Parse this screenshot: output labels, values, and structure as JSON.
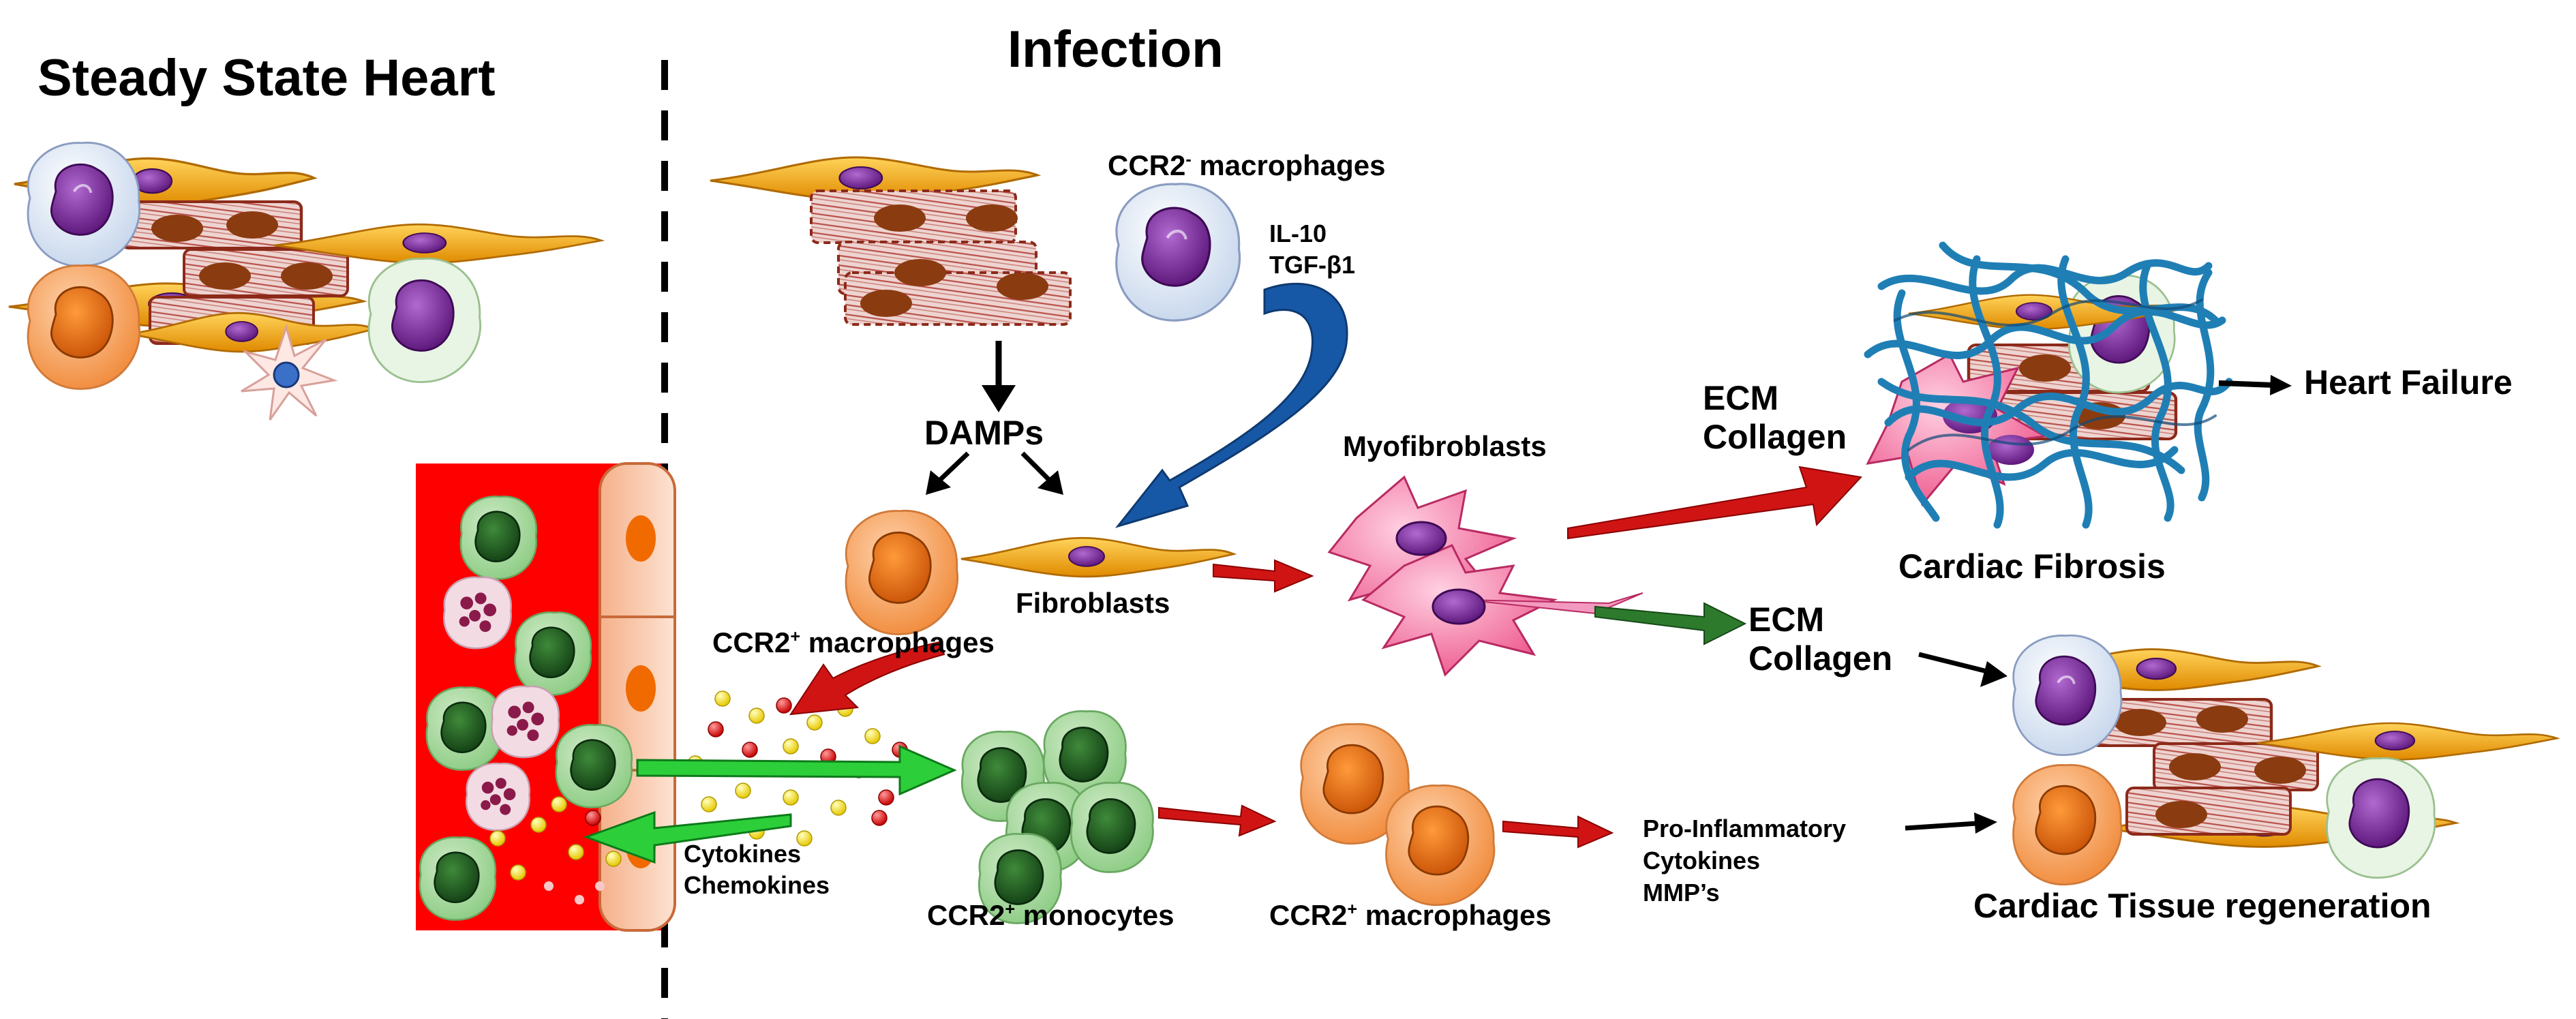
{
  "titles": {
    "steady_state": "Steady State Heart",
    "infection": "Infection"
  },
  "labels": {
    "ccr2_neg_macrophages": {
      "prefix": "CCR2",
      "sup": "-",
      "suffix": " macrophages"
    },
    "il10": "IL-10",
    "tgfb1": "TGF-β1",
    "damps": "DAMPs",
    "fibroblasts": "Fibroblasts",
    "myofibroblasts": "Myofibroblasts",
    "ccr2_pos_macrophages_top": {
      "prefix": "CCR2",
      "sup": "+",
      "suffix": " macrophages"
    },
    "ccr2_pos_monocytes": {
      "prefix": "CCR2",
      "sup": "+",
      "suffix": " monocytes"
    },
    "ccr2_pos_macrophages_bottom": {
      "prefix": "CCR2",
      "sup": "+",
      "suffix": " macrophages"
    },
    "cytokines": "Cytokines",
    "chemokines": "Chemokines",
    "ecm_top": "ECM",
    "collagen_top": "Collagen",
    "ecm_mid": "ECM",
    "collagen_mid": "Collagen",
    "pro_inflammatory": "Pro-Inflammatory",
    "pro_cytokines": "Cytokines",
    "mmps": "MMP’s",
    "heart_failure": "Heart  Failure",
    "cardiac_fibrosis": "Cardiac Fibrosis",
    "cardiac_regeneration": "Cardiac Tissue regeneration"
  },
  "colors": {
    "cardiomyocyte": "#d8a7a4",
    "nucleus_brown": "#8a3b10",
    "fibroblast": "#f0a81c",
    "macrophage_purple": "#6a1f8a",
    "macrophage_blue": "#d8e4f2",
    "macrophage_orange": "#f28a3c",
    "monocyte_green": "#1e5a22",
    "myofibroblast": "#f06a9a",
    "collagen_blue": "#1f7fb5",
    "blood_red": "#ff0000",
    "arrow_red": "#d01414",
    "arrow_green": "#2d7a2d",
    "arrow_bright_green": "#2ccf3a",
    "arrow_blue": "#1758a6"
  }
}
